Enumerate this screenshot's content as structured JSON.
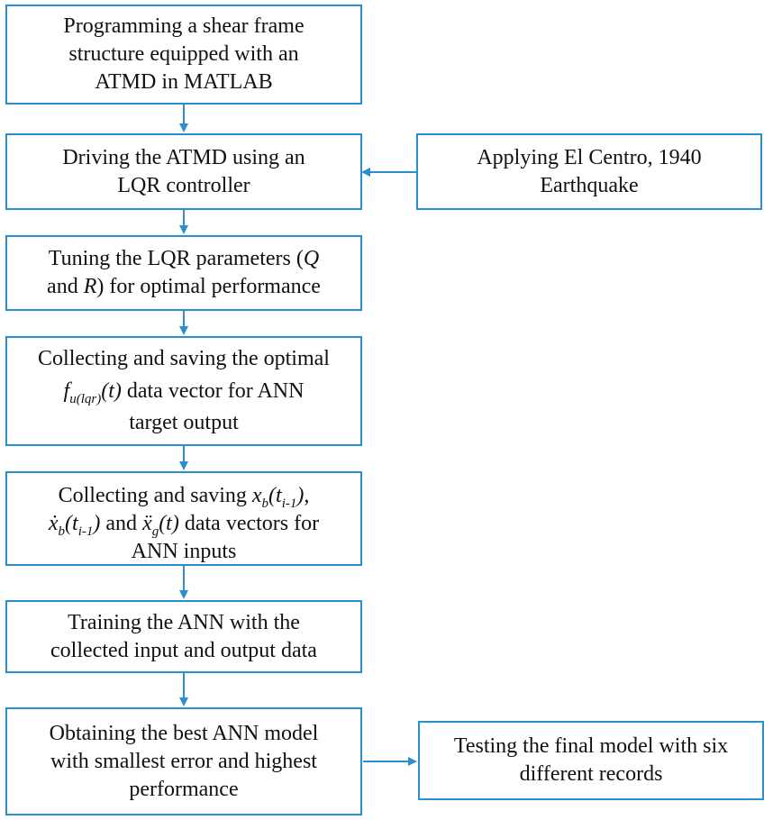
{
  "boxes": {
    "b1": {
      "lines": [
        "Programming a shear frame",
        "structure equipped with an",
        "ATMD in MATLAB"
      ]
    },
    "b2": {
      "lines": [
        "Driving the ATMD using an",
        "LQR controller"
      ]
    },
    "b3": {
      "l1_pre": "Tuning the LQR parameters (",
      "l1_q": "Q",
      "l2_pre": "and ",
      "l2_r": "R",
      "l2_post": ") for optimal performance"
    },
    "b4": {
      "l1": "Collecting and saving the optimal",
      "l2_f": "f",
      "l2_sub": "u(lqr)",
      "l2_t": "(t)",
      "l2_post": " data vector for ANN",
      "l3": "target output"
    },
    "b5": {
      "l1_pre": "Collecting and saving ",
      "xb_base": "x",
      "xb_sub": "b",
      "t_pre": "(t",
      "t_sub": "i-1",
      "t_post": ")",
      "comma": ",",
      "xbdot_base": "ẋ",
      "and": " and ",
      "xgdd_base": "ẍ",
      "xg_sub": "g",
      "t_simple": "(t)",
      "l2_post": " data vectors for",
      "l3": "ANN inputs"
    },
    "b6": {
      "lines": [
        "Training the ANN with the",
        "collected input and output data"
      ]
    },
    "b7": {
      "lines": [
        "Obtaining the best ANN model",
        "with smallest error and highest",
        "performance"
      ]
    },
    "side1": {
      "lines": [
        "Applying El Centro, 1940",
        "Earthquake"
      ]
    },
    "side2": {
      "lines": [
        "Testing the final model with six",
        "different records"
      ]
    }
  },
  "colors": {
    "border": "#2a8fd0",
    "arrow": "#2a8fd0"
  }
}
